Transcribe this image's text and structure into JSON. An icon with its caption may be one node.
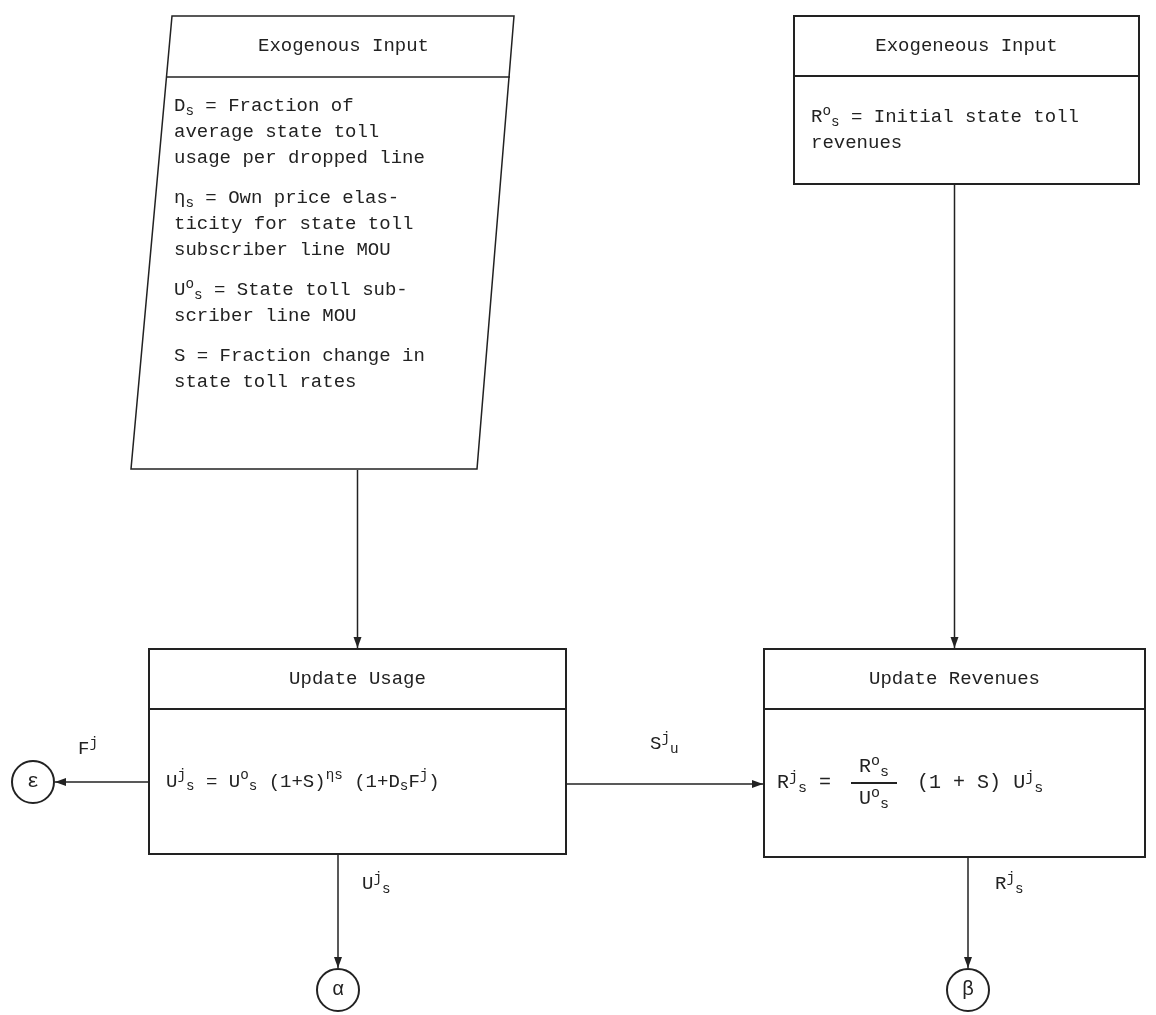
{
  "diagram": {
    "nodes": [
      {
        "text": [
          "Exogenous Input",
          "D$_{s}$ = Fraction of average state toll usage per dropped line",
          "η$_{s}$ = Own price elas- ticity for state toll subscriber line MOU",
          "U$^{o}$$_{s}$ = State toll sub- scriber line MOU",
          "S = Fraction change in state toll rates"
        ]
      },
      {
        "text": [
          "Exogeneous Input",
          "R$^{o}$$_{s}$ = Initial state toll revenues"
        ]
      },
      {
        "text": [
          "Update Usage",
          "U$^{j}$$_{s}$ = U$^{o}$$_{s}$ (1+S)$^{ηs}$ (1+D$_{s}$F$^{j}$)"
        ]
      },
      {
        "text": [
          "Update Revenues",
          "R$^{j}$$_{s}$ =",
          "R$^{o}$$_{s}$",
          "U$^{o}$$_{s}$",
          "(1 + S) U$^{j}$$_{s}$"
        ]
      },
      {
        "text": [
          "ε"
        ]
      },
      {
        "text": [
          "α"
        ]
      },
      {
        "text": [
          "β"
        ]
      }
    ],
    "edges": [
      {
        "from": 0,
        "to": 2,
        "arrow": "to"
      },
      {
        "from": 1,
        "to": 3,
        "arrow": "to"
      },
      {
        "from": 2,
        "to": 3,
        "arrow": "to",
        "label": "S$^{j}$$_{u}$"
      },
      {
        "from": 2,
        "to": 4,
        "arrow": "to",
        "label": "F$^{j}$"
      },
      {
        "from": 2,
        "to": 5,
        "arrow": "to",
        "label": "U$^{j}$$_{s}$"
      },
      {
        "from": 3,
        "to": 6,
        "arrow": "to",
        "label": "R$^{j}$$_{s}$"
      }
    ]
  }
}
